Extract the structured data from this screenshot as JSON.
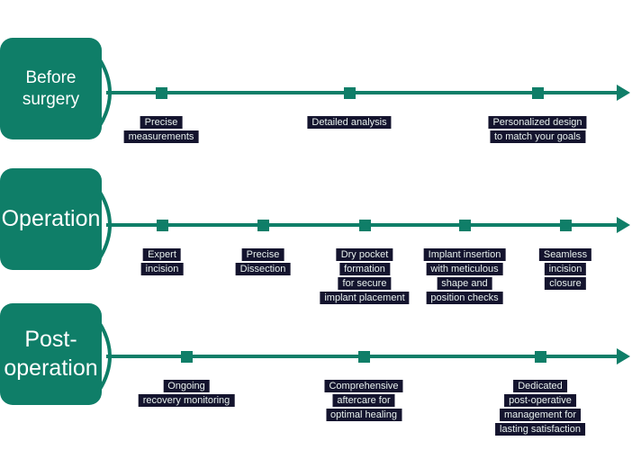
{
  "theme": {
    "background": "#ffffff",
    "teal": "#0f7e68",
    "milestone_box": "#14142e",
    "milestone_text": "#e9f2ef",
    "phase_text": "#ffffff"
  },
  "rows": [
    {
      "id": "before-surgery",
      "label_lines": [
        "Before",
        "surgery"
      ],
      "milestones": [
        {
          "lines": [
            "Precise",
            "measurements"
          ]
        },
        {
          "lines": [
            "Detailed analysis"
          ]
        },
        {
          "lines": [
            "Personalized design",
            "to match your goals"
          ]
        }
      ]
    },
    {
      "id": "operation",
      "label_lines": [
        "Operation"
      ],
      "milestones": [
        {
          "lines": [
            "Expert",
            "incision"
          ]
        },
        {
          "lines": [
            "Precise",
            "Dissection"
          ]
        },
        {
          "lines": [
            "Dry pocket",
            "formation",
            "for secure",
            "implant placement"
          ]
        },
        {
          "lines": [
            "Implant insertion",
            "with meticulous",
            "shape and",
            "position checks"
          ]
        },
        {
          "lines": [
            "Seamless",
            "incision",
            "closure"
          ]
        }
      ]
    },
    {
      "id": "post-operation",
      "label_lines": [
        "Post-",
        "operation"
      ],
      "milestones": [
        {
          "lines": [
            "Ongoing",
            "recovery monitoring"
          ]
        },
        {
          "lines": [
            "Comprehensive",
            "aftercare for",
            "optimal healing"
          ]
        },
        {
          "lines": [
            "Dedicated",
            "post-operative",
            "management for",
            "lasting satisfaction"
          ]
        }
      ]
    }
  ]
}
